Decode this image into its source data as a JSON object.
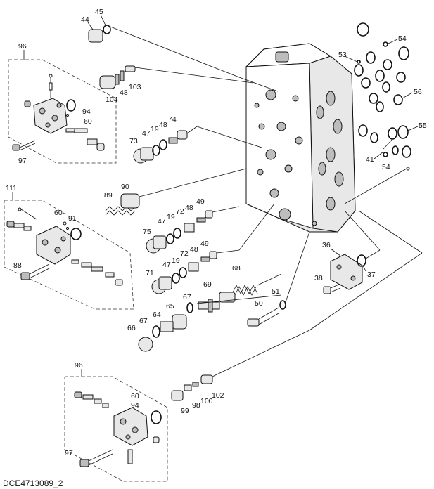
{
  "drawing_id": "DCE4713089_2",
  "callouts": [
    "44",
    "45",
    "96",
    "94",
    "60",
    "97",
    "104",
    "48",
    "103",
    "73",
    "47",
    "19",
    "48",
    "74",
    "53",
    "54",
    "56",
    "55",
    "41",
    "54",
    "111",
    "89",
    "90",
    "60",
    "91",
    "75",
    "47",
    "19",
    "72",
    "48",
    "49",
    "88",
    "71",
    "47",
    "19",
    "72",
    "48",
    "49",
    "68",
    "36",
    "37",
    "38",
    "69",
    "51",
    "50",
    "67",
    "65",
    "64",
    "66",
    "67",
    "96",
    "60",
    "94",
    "99",
    "98",
    "100",
    "102",
    "97"
  ]
}
